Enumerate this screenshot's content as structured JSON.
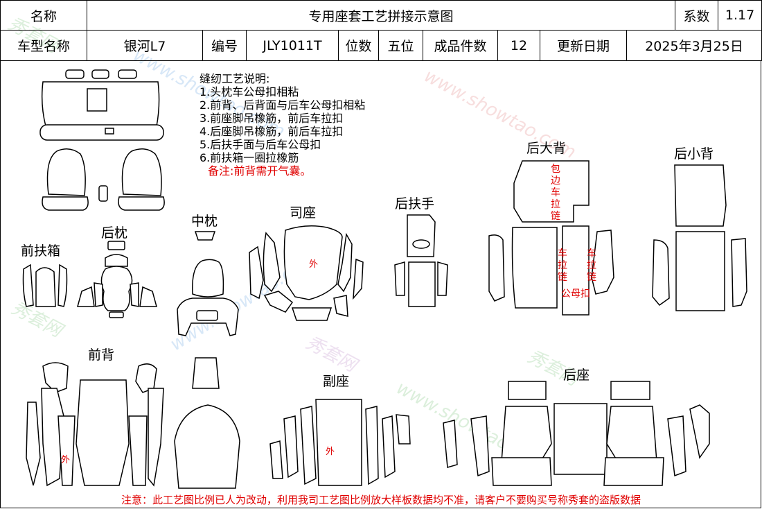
{
  "header": {
    "name_label": "名称",
    "title": "专用座套工艺拼接示意图",
    "coef_label": "系数",
    "coef_value": "1.17",
    "model_label": "车型名称",
    "model_value": "银河L7",
    "code_label": "编号",
    "code_value": "JLY1011T",
    "seats_label": "位数",
    "seats_value": "五位",
    "pieces_label": "成品件数",
    "pieces_value": "12",
    "date_label": "更新日期",
    "date_value": "2025年3月25日"
  },
  "notes": {
    "title": "缝纫工艺说明:",
    "items": [
      "1.头枕车公母扣相粘",
      "2.前背、后背面与后车公母扣相粘",
      "3.前座脚吊橡筋，前后车拉扣",
      "4.后座脚吊橡筋，前后车拉扣",
      "5.后扶手面与后车公母扣",
      "6.前扶箱一圈拉橡筋"
    ],
    "remark": "备注:前背需开气囊。"
  },
  "parts": {
    "front_armbox": "前扶箱",
    "rear_pillow": "后枕",
    "middle_pillow": "中枕",
    "driver_seat": "司座",
    "rear_armrest": "后扶手",
    "rear_big_back": "后大背",
    "rear_small_back": "后小背",
    "front_back": "前背",
    "passenger_seat": "副座",
    "rear_seat": "后座"
  },
  "annotations": {
    "outer": "外",
    "zipper_edge": "包边车拉链",
    "zipper_left": "车拉链",
    "zipper_right": "车拉链",
    "snap": "公母扣"
  },
  "watermark": {
    "text_cn": "秀套网",
    "text_url": "www.showtao.com",
    "colors": [
      "#e8c24a",
      "#6fa6df",
      "#f0a0a0",
      "#9ed49e"
    ]
  },
  "footer": "注意：此工艺图比例已人为改动，利用我司工艺图比例放大样板数据均不准，请客户不要购买号称秀套的盗版数据",
  "colors": {
    "annotation_red": "#e00000",
    "line": "#000000"
  }
}
